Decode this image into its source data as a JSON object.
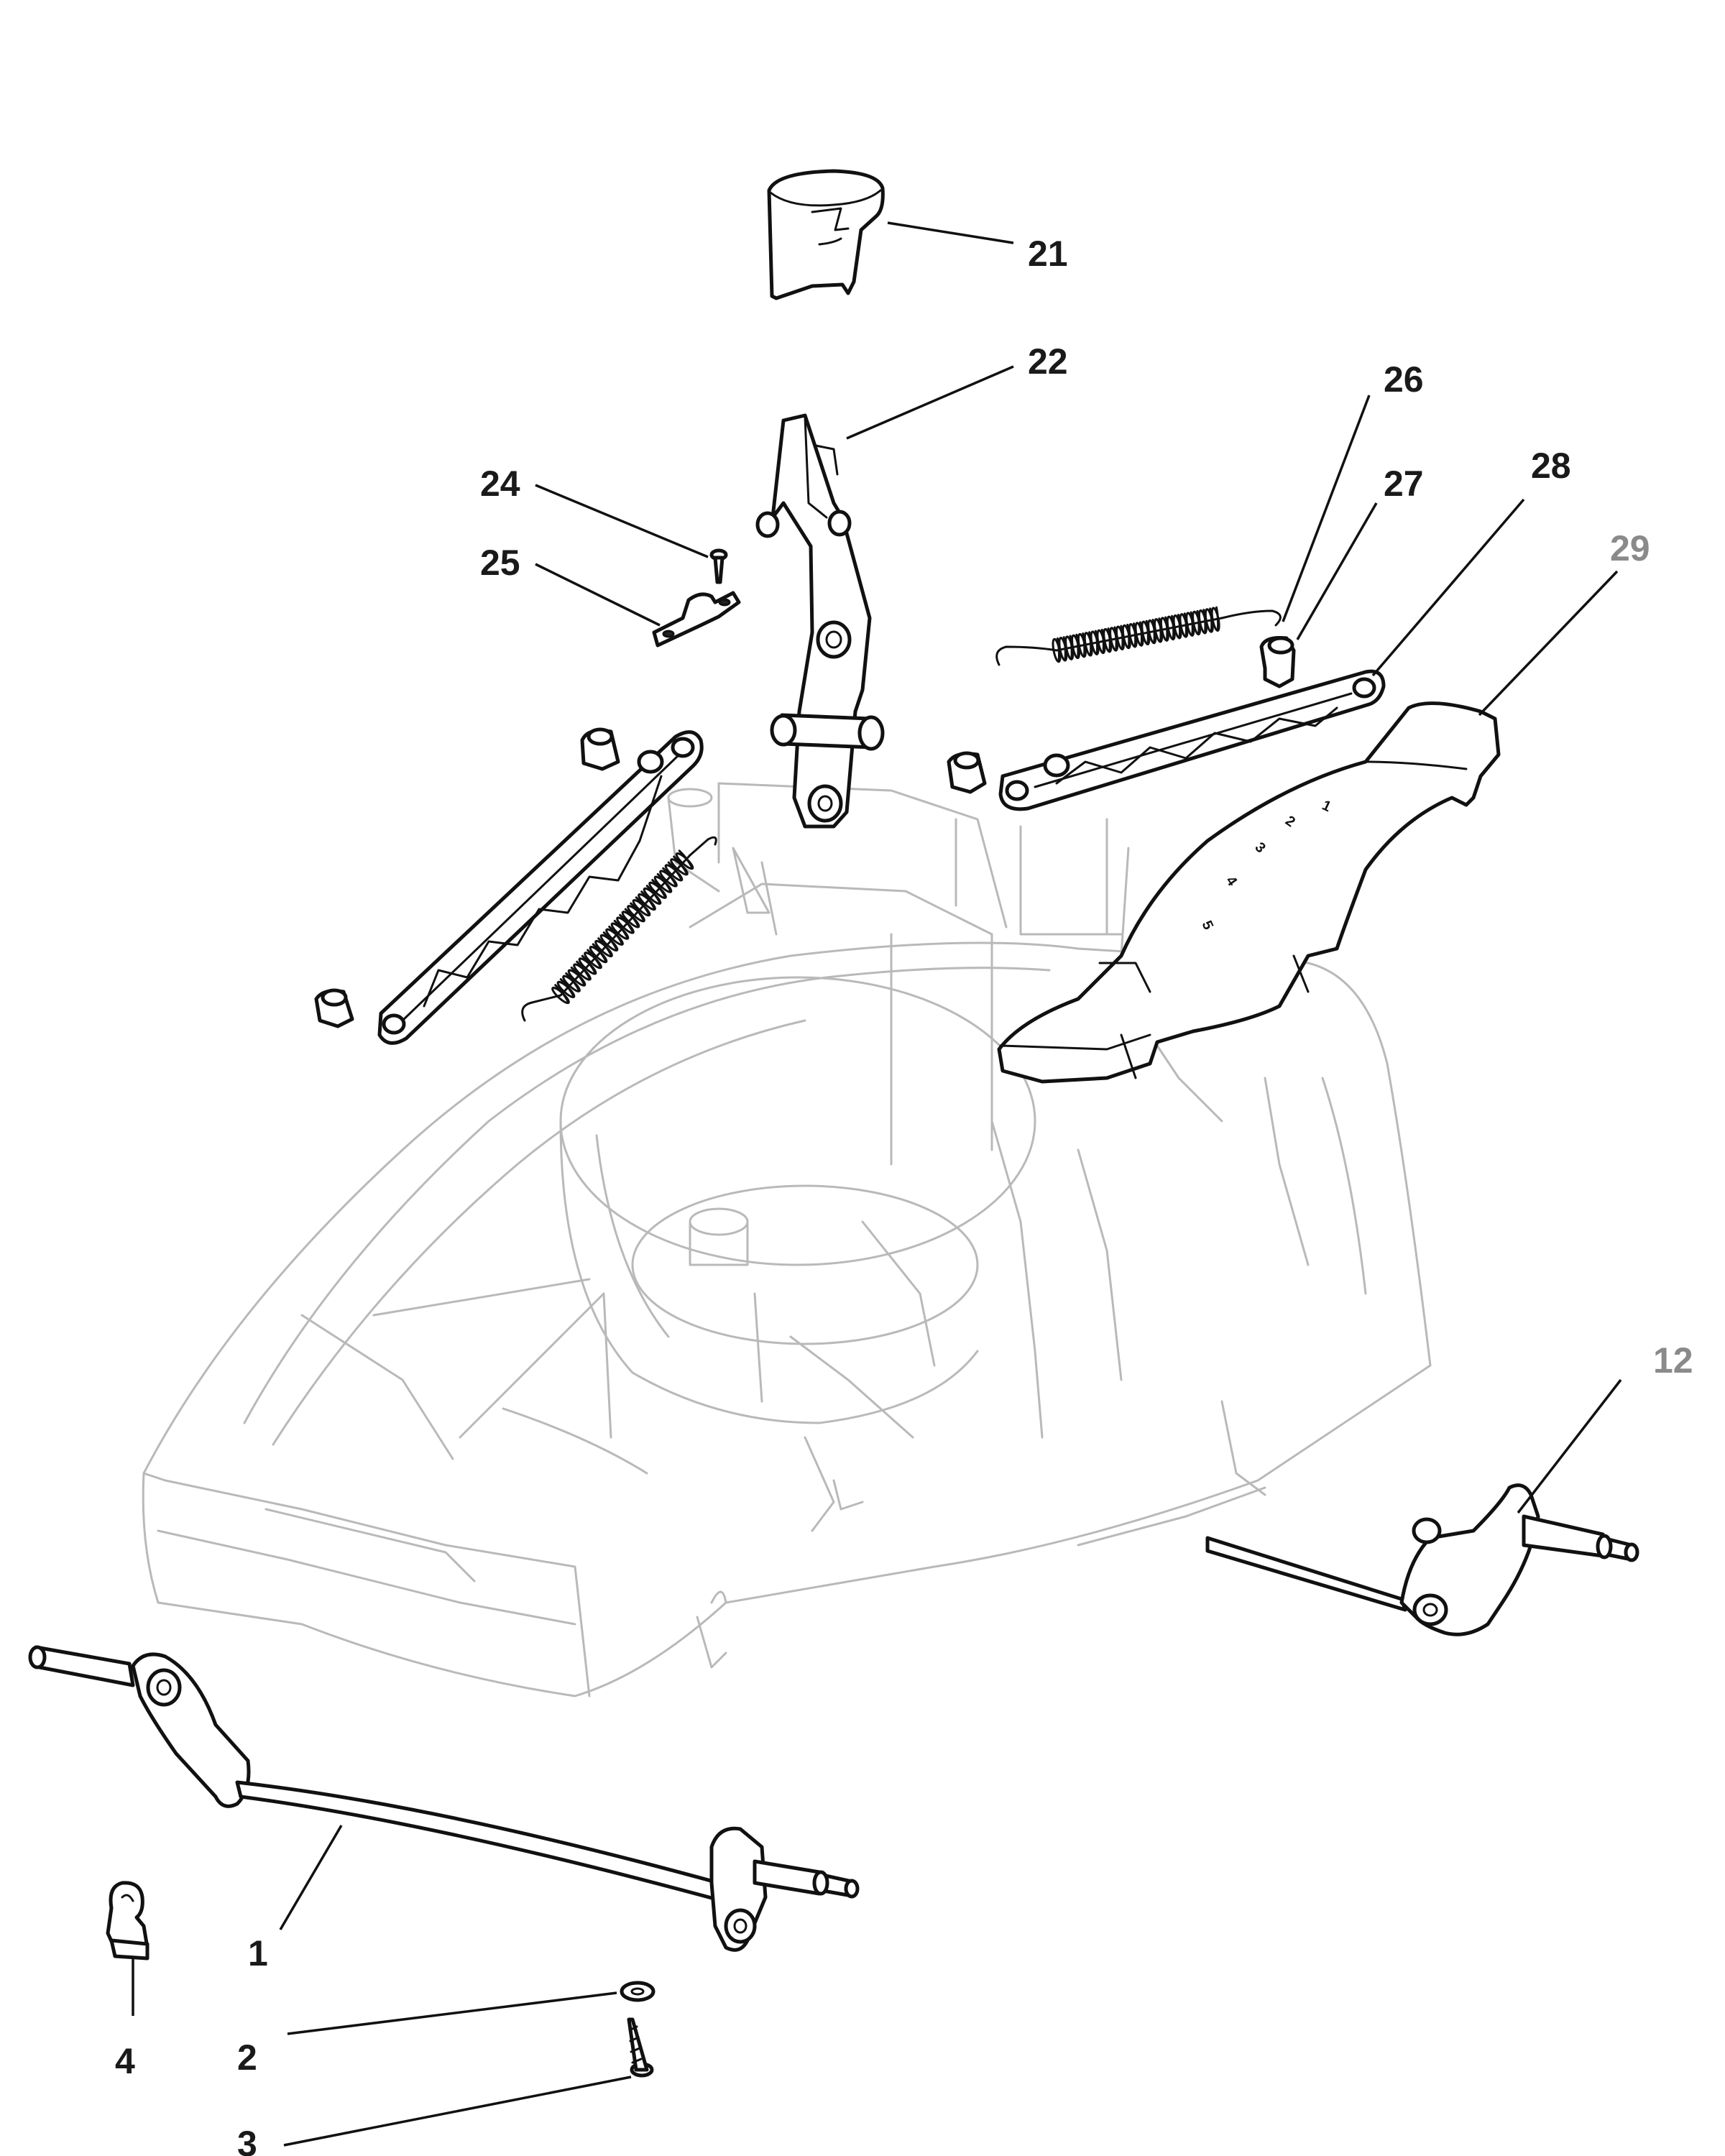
{
  "callouts": [
    {
      "id": "21",
      "label": "21"
    },
    {
      "id": "22",
      "label": "22"
    },
    {
      "id": "26",
      "label": "26"
    },
    {
      "id": "27",
      "label": "27"
    },
    {
      "id": "28",
      "label": "28"
    },
    {
      "id": "24",
      "label": "24"
    },
    {
      "id": "25",
      "label": "25"
    },
    {
      "id": "29",
      "label": "29"
    },
    {
      "id": "12",
      "label": "12"
    },
    {
      "id": "1",
      "label": "1"
    },
    {
      "id": "4",
      "label": "4"
    },
    {
      "id": "2",
      "label": "2"
    },
    {
      "id": "3",
      "label": "3"
    }
  ],
  "height_scale": [
    "1",
    "2",
    "3",
    "4",
    "5"
  ]
}
